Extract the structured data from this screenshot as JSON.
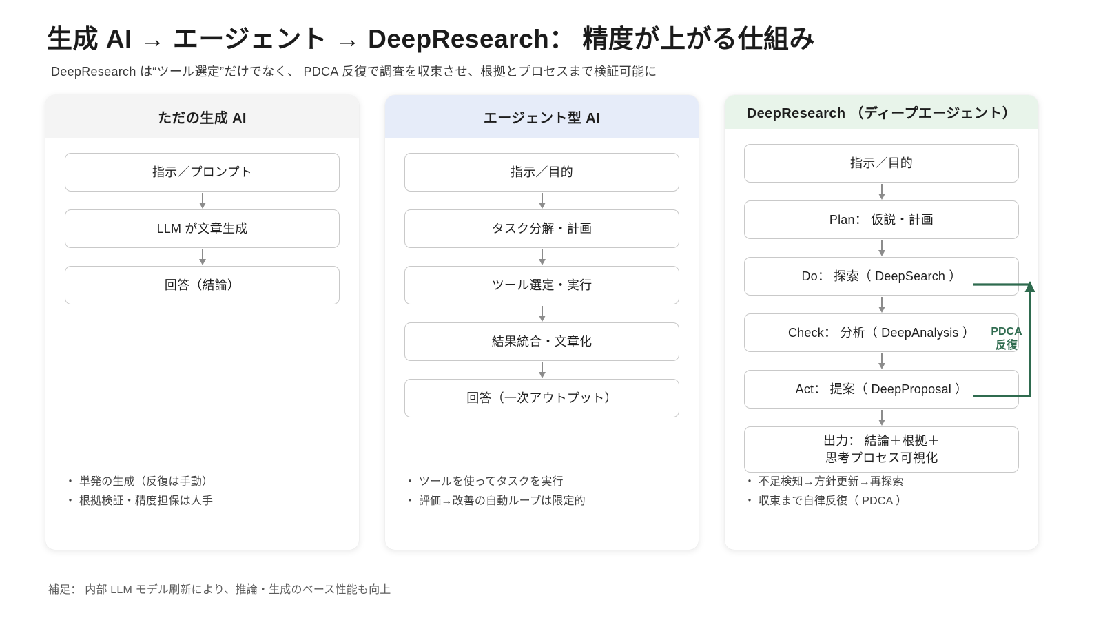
{
  "header": {
    "title": "生成 AI → エージェント → DeepResearch： 精度が上がる仕組み",
    "subtitle": "DeepResearch は“ツール選定”だけでなく、 PDCA 反復で調査を収束させ、根拠とプロセスまで検証可能に"
  },
  "colors": {
    "header_gray": "#f4f4f4",
    "header_blue": "#e6ecf9",
    "header_green": "#e8f4ea",
    "node_border": "#c9c9c9",
    "arrow": "#8c8c8c",
    "loop_green": "#2f6b4f",
    "text_primary": "#1b1b1b",
    "text_secondary": "#5b5b5b"
  },
  "columns": [
    {
      "id": "plain-generative-ai",
      "title": "ただの生成 AI",
      "header_style": "gray",
      "nodes": [
        "指示／プロンプト",
        "LLM が文章生成",
        "回答（結論）"
      ],
      "bullets": [
        "・ 単発の生成（反復は手動）",
        "・ 根拠検証・精度担保は人手"
      ]
    },
    {
      "id": "agentic-ai",
      "title": "エージェント型 AI",
      "header_style": "blue",
      "nodes": [
        "指示／目的",
        "タスク分解・計画",
        "ツール選定・実行",
        "結果統合・文章化",
        "回答（一次アウトプット）"
      ],
      "bullets": [
        "・ ツールを使ってタスクを実行",
        "・ 評価→改善の自動ループは限定的"
      ]
    },
    {
      "id": "deepresearch",
      "title": "DeepResearch （ディープエージェント）",
      "header_style": "green",
      "nodes": [
        "指示／目的",
        "Plan： 仮説・計画",
        "Do： 探索（ DeepSearch ）",
        "Check： 分析（ DeepAnalysis ）",
        "Act： 提案（ DeepProposal ）",
        "出力： 結論＋根拠＋\n思考プロセス可視化"
      ],
      "bullets": [
        "・ 不足検知→方針更新→再探索",
        "・ 収束まで自律反復（ PDCA ）"
      ]
    }
  ],
  "loop": {
    "label_line1": "PDCA",
    "label_line2": "反復",
    "from_node": "Act： 提案（ DeepProposal ）",
    "to_node": "Do： 探索（ DeepSearch ）"
  },
  "footer": {
    "note": "補足： 内部 LLM モデル刷新により、推論・生成のベース性能も向上"
  }
}
